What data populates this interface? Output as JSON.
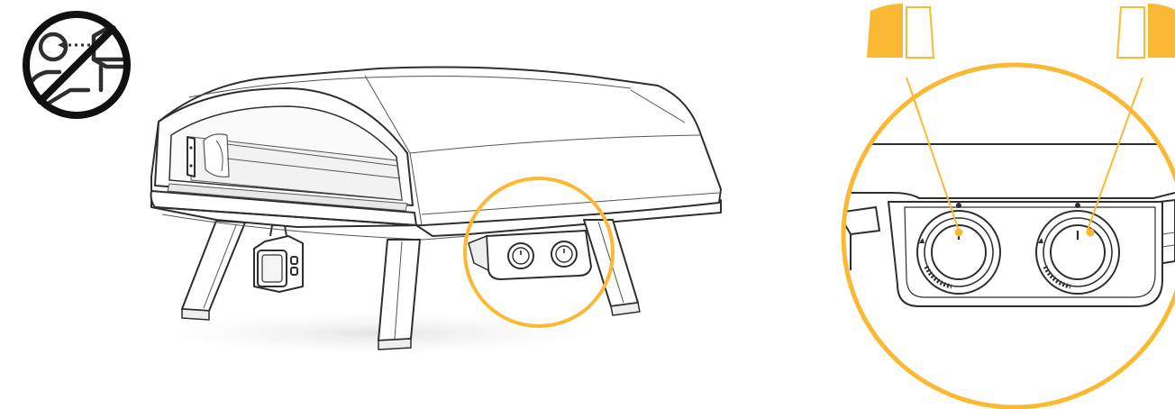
{
  "colors": {
    "accent": "#fbb933",
    "line": "#2e2e2e",
    "prohibition": "#111111",
    "shadow": "#e6e6e6",
    "background": "#ffffff"
  },
  "icons": {
    "warning": "no-leaning-over-oven-icon",
    "flame_small": "flame-low-icon",
    "flame_large": "flame-high-icon"
  },
  "diagram": {
    "subject": "pizza-oven-with-two-control-knobs",
    "callout": "detail-magnifier-of-control-knobs",
    "knob_count": 2
  }
}
